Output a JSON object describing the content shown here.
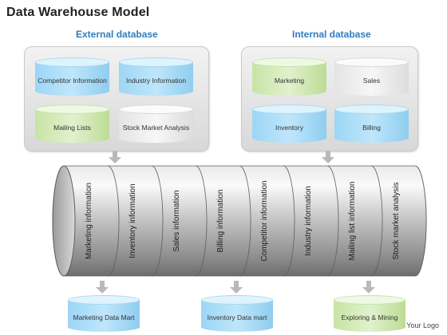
{
  "title": "Data Warehouse Model",
  "external": {
    "title": "External database",
    "items": [
      {
        "label": "Competitor Information",
        "color": "blue"
      },
      {
        "label": "Industry Information",
        "color": "blue"
      },
      {
        "label": "Mailing Lists",
        "color": "green"
      },
      {
        "label": "Stock Market Analysis",
        "color": "grey"
      }
    ]
  },
  "internal": {
    "title": "Internal database",
    "items": [
      {
        "label": "Marketing",
        "color": "green"
      },
      {
        "label": "Sales",
        "color": "grey"
      },
      {
        "label": "Inventory",
        "color": "blue"
      },
      {
        "label": "Billing",
        "color": "blue"
      }
    ]
  },
  "warehouse_segments": [
    "Marketing information",
    "Inventory information",
    "Sales information",
    "Billing information",
    "Competitor information",
    "Industry information",
    "Mailing list information",
    "Stock market analysis"
  ],
  "outputs": [
    {
      "label": "Marketing Data Mart",
      "color": "blue"
    },
    {
      "label": "Inventory Data mart",
      "color": "blue"
    },
    {
      "label": "Exploring & Mining",
      "color": "green"
    }
  ],
  "logo": "Your Logo"
}
